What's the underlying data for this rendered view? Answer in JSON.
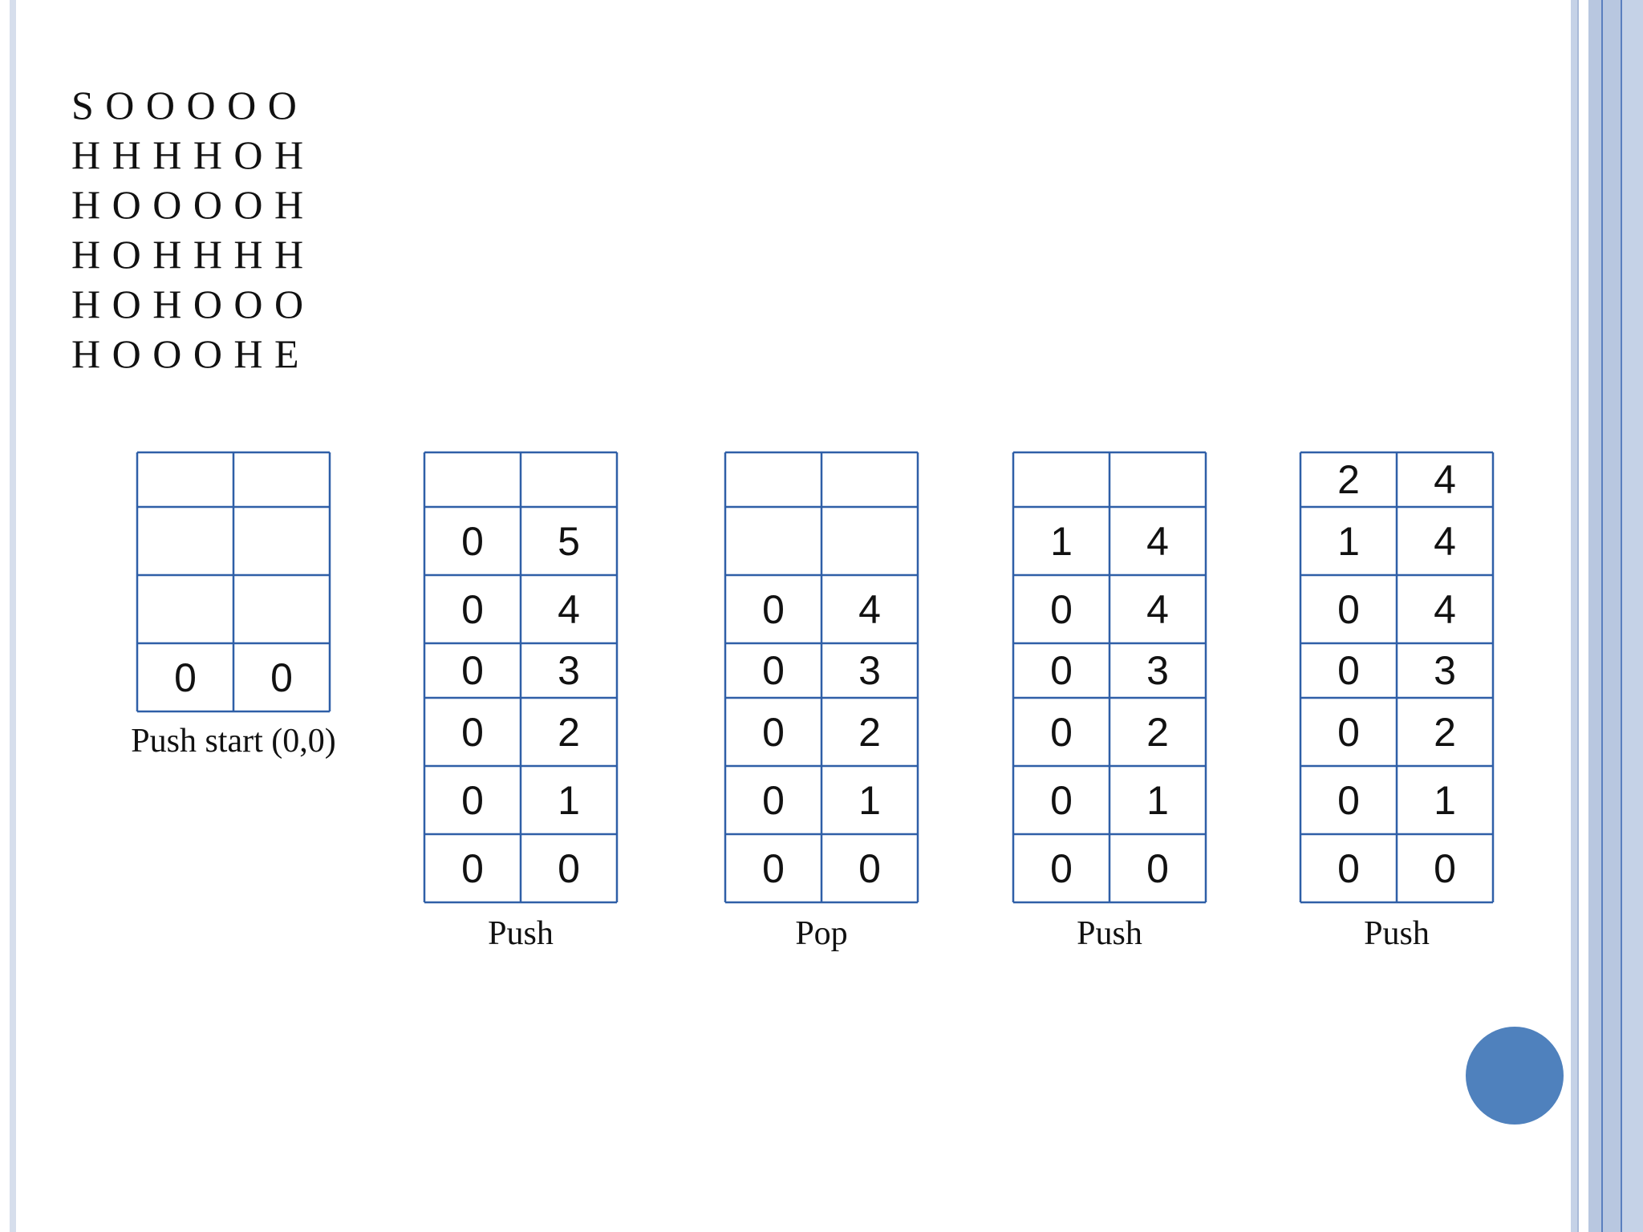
{
  "theme": {
    "stroke": "#2f5fa7",
    "accent": "#4f81bd",
    "border": "#b8c7e0"
  },
  "maze": {
    "rows": [
      "S O O O O O",
      "H H H H O H",
      "H O O O O H",
      "H O H H H H",
      "H O H O O O",
      "H O O O H E"
    ]
  },
  "stacks": [
    {
      "caption": "Push start (0,0)",
      "rows": [
        [
          "0",
          "0"
        ]
      ]
    },
    {
      "caption": "Push",
      "rows": [
        [
          "0",
          "0"
        ],
        [
          "0",
          "1"
        ],
        [
          "0",
          "2"
        ],
        [
          "0",
          "3"
        ],
        [
          "0",
          "4"
        ],
        [
          "0",
          "5"
        ]
      ]
    },
    {
      "caption": "Pop",
      "rows": [
        [
          "0",
          "0"
        ],
        [
          "0",
          "1"
        ],
        [
          "0",
          "2"
        ],
        [
          "0",
          "3"
        ],
        [
          "0",
          "4"
        ]
      ]
    },
    {
      "caption": "Push",
      "rows": [
        [
          "0",
          "0"
        ],
        [
          "0",
          "1"
        ],
        [
          "0",
          "2"
        ],
        [
          "0",
          "3"
        ],
        [
          "0",
          "4"
        ],
        [
          "1",
          "4"
        ]
      ]
    },
    {
      "caption": "Push",
      "rows": [
        [
          "0",
          "0"
        ],
        [
          "0",
          "1"
        ],
        [
          "0",
          "2"
        ],
        [
          "0",
          "3"
        ],
        [
          "0",
          "4"
        ],
        [
          "1",
          "4"
        ],
        [
          "2",
          "4"
        ]
      ]
    }
  ]
}
